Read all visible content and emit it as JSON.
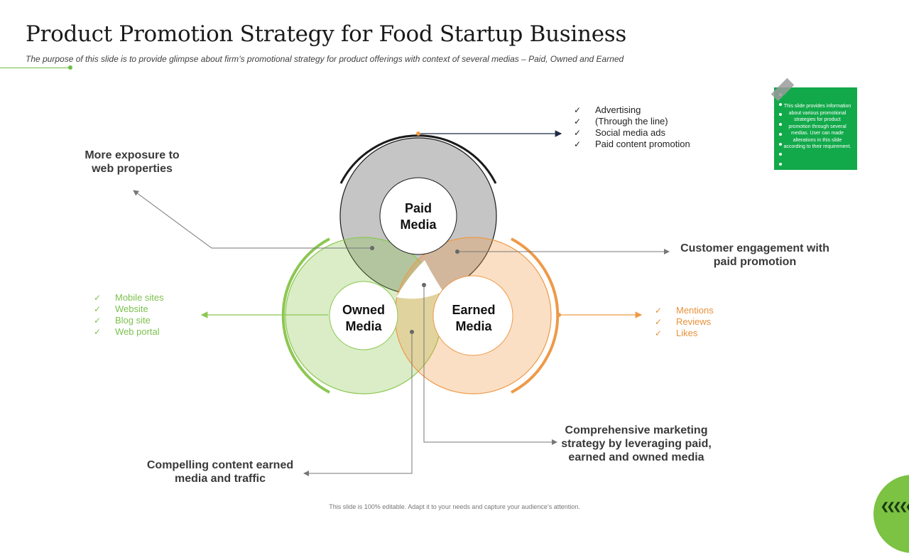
{
  "header": {
    "title": "Product Promotion Strategy for Food Startup Business",
    "subtitle": "The purpose of this slide is to provide glimpse about firm’s promotional strategy for product offerings with context of several medias – Paid, Owned and Earned"
  },
  "circles": {
    "paid": {
      "line1": "Paid",
      "line2": "Media"
    },
    "owned": {
      "line1": "Owned",
      "line2": "Media"
    },
    "earned": {
      "line1": "Earned",
      "line2": "Media"
    }
  },
  "notes": {
    "exposure": {
      "line1": "More exposure to",
      "line2": "web properties"
    },
    "engagement": {
      "line1": "Customer engagement with",
      "line2": "paid promotion"
    },
    "comprehensive": {
      "line1": "Comprehensive marketing",
      "line2": "strategy by leveraging paid,",
      "line3": "earned and owned media"
    },
    "compelling": {
      "line1": "Compelling content earned",
      "line2": "media and traffic"
    }
  },
  "lists": {
    "paid": [
      "Advertising",
      "(Through  the line)",
      "Social media ads",
      "Paid content promotion"
    ],
    "owned": [
      "Mobile sites",
      "Website",
      "Blog site",
      "Web portal"
    ],
    "earned": [
      "Mentions",
      "Reviews",
      "Likes"
    ]
  },
  "check_glyph": "✓",
  "sticky_note": "This slide provides information about various promotional strategies for product promotion through several medias. User can made alterations in this slide according to their requirement.",
  "footer": "This slide is 100% editable. Adapt it to your needs and capture your audience’s attention.",
  "colors": {
    "paid": "#a6a6a6",
    "owned": "#8cc751",
    "earned": "#ee9a48",
    "sticky": "#12a94a",
    "accent_green": "#6cbf45"
  },
  "icons": [
    "check-icon",
    "arrow-icon",
    "chevron-icon"
  ]
}
